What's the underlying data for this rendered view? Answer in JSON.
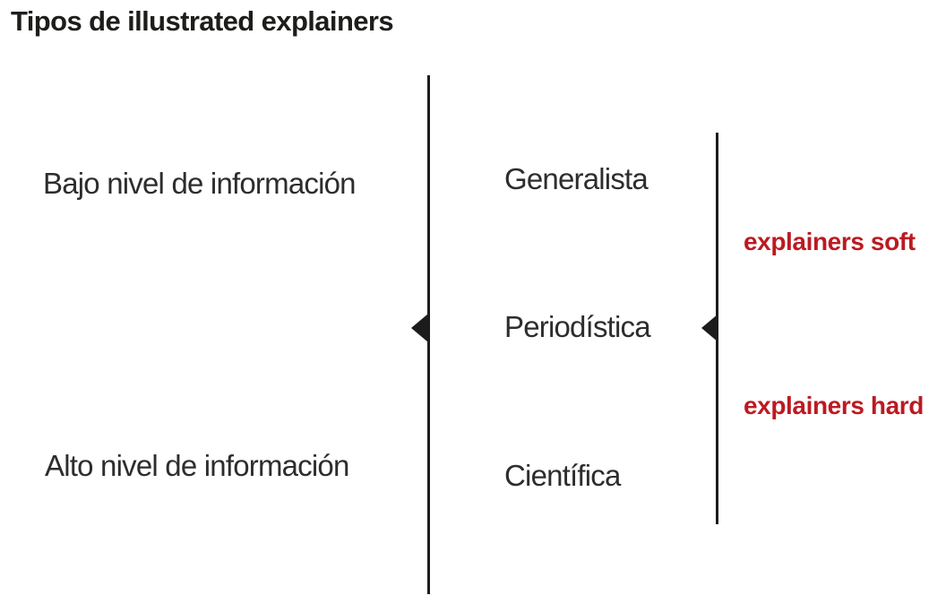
{
  "title": "Tipos de illustrated explainers",
  "axis_left": {
    "low_label": "Bajo nivel de información",
    "high_label": "Alto nivel de información"
  },
  "categories": [
    {
      "label": "Generalista"
    },
    {
      "label": "Periodística"
    },
    {
      "label": "Científica"
    }
  ],
  "explainers": [
    {
      "label": "explainers soft"
    },
    {
      "label": "explainers hard"
    }
  ],
  "colors": {
    "title": "#1d1d1b",
    "label": "#2d2d2d",
    "accent_red": "#bc1a22",
    "line": "#1c1c1c"
  }
}
